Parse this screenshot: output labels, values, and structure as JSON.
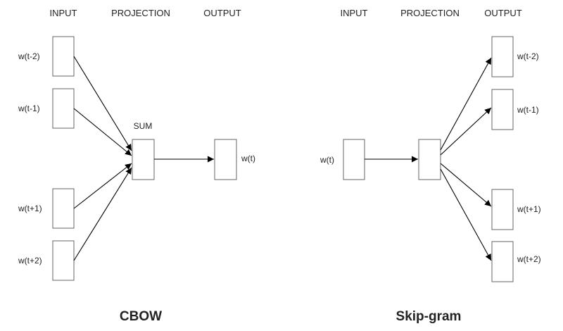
{
  "cbow": {
    "headers": {
      "input": "INPUT",
      "projection": "PROJECTION",
      "output": "OUTPUT"
    },
    "inputs": [
      "w(t-2)",
      "w(t-1)",
      "w(t+1)",
      "w(t+2)"
    ],
    "projection_label": "SUM",
    "output": "w(t)",
    "caption": "CBOW"
  },
  "skipgram": {
    "headers": {
      "input": "INPUT",
      "projection": "PROJECTION",
      "output": "OUTPUT"
    },
    "input": "w(t)",
    "outputs": [
      "w(t-2)",
      "w(t-1)",
      "w(t+1)",
      "w(t+2)"
    ],
    "caption": "Skip-gram"
  },
  "colors": {
    "box_stroke": "#666666",
    "arrow": "#000000",
    "text": "#222222"
  }
}
